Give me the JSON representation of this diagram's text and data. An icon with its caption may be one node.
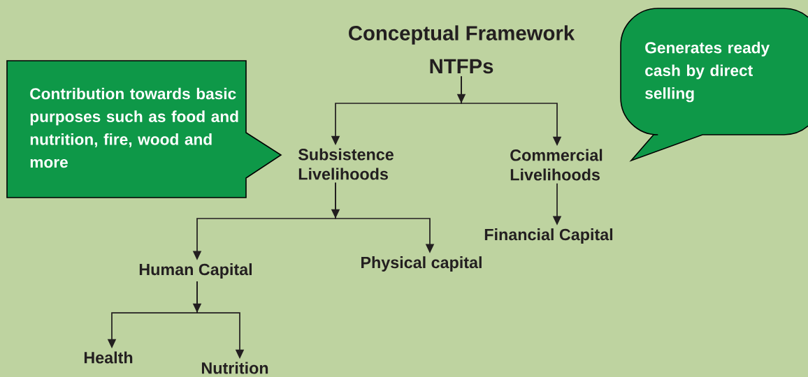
{
  "diagram": {
    "title": "Conceptual Framework",
    "nodes": [
      {
        "text": [
          "NTFPs"
        ]
      },
      {
        "text": [
          "Subsistence Livelihoods"
        ]
      },
      {
        "text": [
          "Commercial Livelihoods"
        ]
      },
      {
        "text": [
          "Human Capital"
        ]
      },
      {
        "text": [
          "Physical capital"
        ]
      },
      {
        "text": [
          "Financial Capital"
        ]
      },
      {
        "text": [
          "Health"
        ]
      },
      {
        "text": [
          "Nutrition"
        ]
      },
      {
        "text": [
          "Contribution towards basic purposes such as food and nutrition, fire, wood and more"
        ]
      },
      {
        "text": [
          "Generates ready cash by direct selling"
        ]
      }
    ],
    "edges": [
      {
        "from": 0,
        "to": 1,
        "arrow": "to"
      },
      {
        "from": 0,
        "to": 2,
        "arrow": "to"
      },
      {
        "from": 1,
        "to": 3,
        "arrow": "to"
      },
      {
        "from": 1,
        "to": 4,
        "arrow": "to"
      },
      {
        "from": 2,
        "to": 5,
        "arrow": "to"
      },
      {
        "from": 3,
        "to": 6,
        "arrow": "to"
      },
      {
        "from": 3,
        "to": 7,
        "arrow": "to"
      }
    ]
  }
}
